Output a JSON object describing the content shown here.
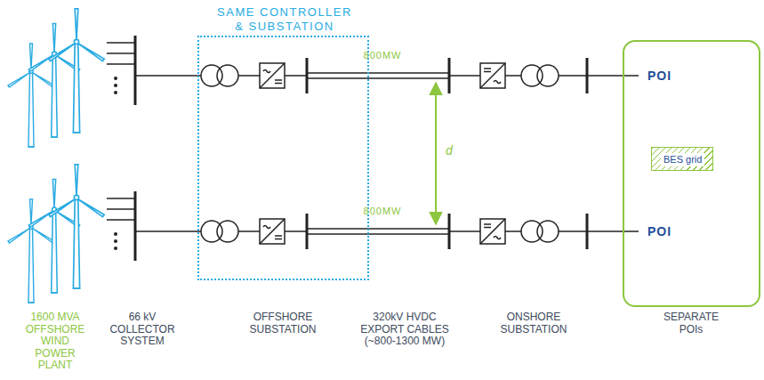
{
  "diagram": {
    "nodes": [
      {
        "text": [
          "SAME CONTROLLER & SUBSTATION"
        ]
      },
      {
        "text": [
          "POI",
          "POI"
        ]
      },
      {
        "text": [
          "BES grid"
        ],
        "in": 1
      }
    ],
    "labels": [
      "800MW",
      "800MW",
      "d",
      "1600 MVA OFFSHORE WIND POWER PLANT",
      "66 kV COLLECTOR SYSTEM",
      "OFFSHORE SUBSTATION",
      "320kV HVDC EXPORT CABLES (~800-1300 MW)",
      "ONSHORE SUBSTATION",
      "SEPARATE POIs"
    ]
  }
}
